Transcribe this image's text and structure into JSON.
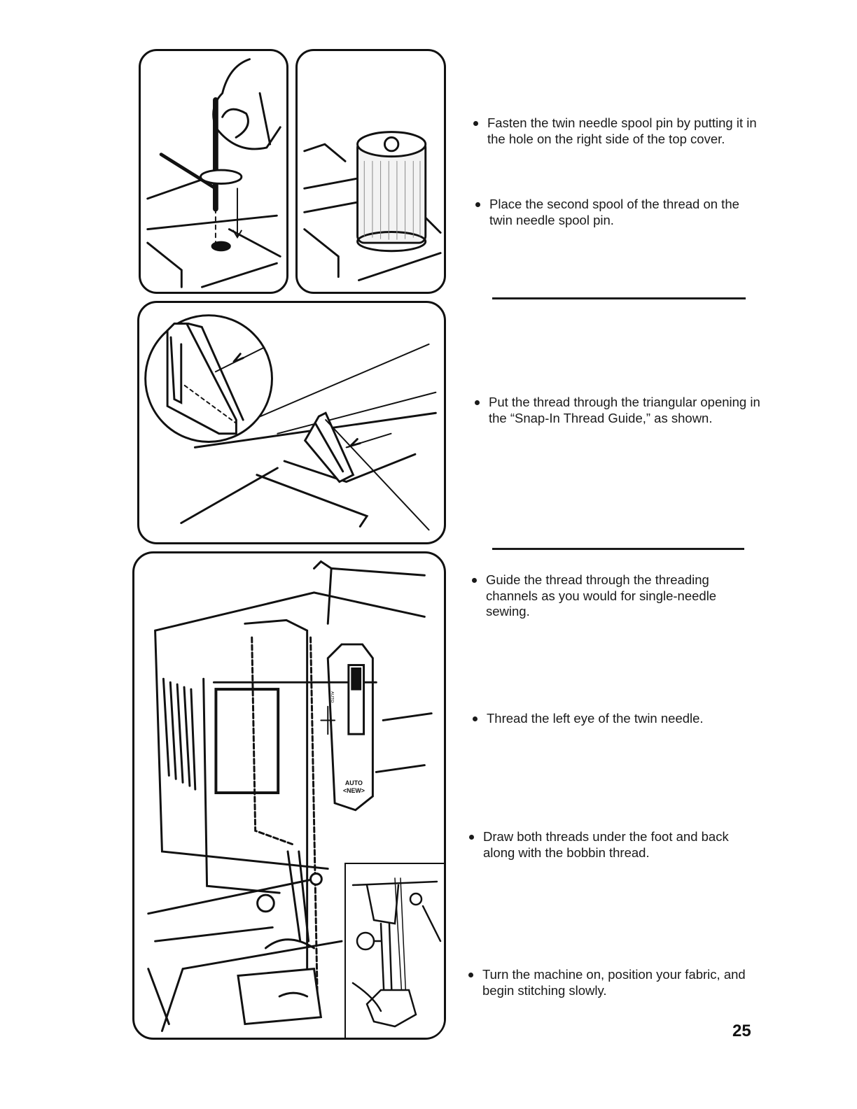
{
  "instructions": [
    "Fasten the twin needle spool pin by putting it in the hole on the right side of the top cover.",
    "Place the second spool of the thread on the twin needle spool pin.",
    "Put the thread through the triangular opening in the “Snap-In Thread Guide,” as shown.",
    "Guide the thread through the threading channels as you would for single-needle sewing.",
    "Thread the left eye of the twin needle.",
    "Draw both threads under the foot and back along with the bobbin thread.",
    "Turn the machine on, position your fabric, and begin stitching slowly."
  ],
  "machine_labels": {
    "auto_upper": "AUTO",
    "auto_lower": "AUTO",
    "auto_sub": "<NEW>"
  },
  "page_number": "25",
  "icons": [
    "bullet-dot-icon"
  ]
}
